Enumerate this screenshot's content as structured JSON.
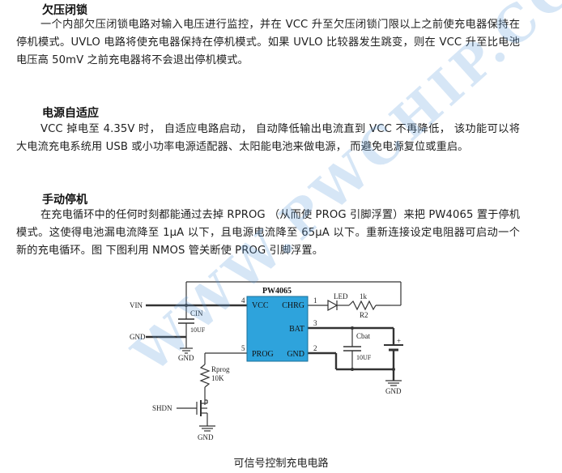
{
  "sections": [
    {
      "title": "欠压闭锁",
      "text": "一个内部欠压闭锁电路对输入电压进行监控，并在 VCC 升至欠压闭锁门限以上之前使充电器保持在停机模式。UVLO 电路将使充电器保持在停机模式。如果 UVLO 比较器发生跳变，则在 VCC 升至比电池电压高 50mV 之前充电器将不会退出停机模式。"
    },
    {
      "title": "电源自适应",
      "text": "VCC 掉电至 4.35V 时， 自适应电路启动， 自动降低输出电流直到 VCC 不再降低， 该功能可以将大电流充电系统用 USB 或小功率电源适配器、太阳能电池来做电源， 而避免电源复位或重启。"
    },
    {
      "title": "手动停机",
      "text": "在充电循环中的任何时刻都能通过去掉 RPROG （从而使 PROG 引脚浮置）来把 PW4065 置于停机模式。这使得电池漏电流降至 1μA 以下，且电源电流降至 65μA 以下。重新连接设定电阻器可启动一个新的充电循环。图 下图利用 NMOS 管关断使 PROG 引脚浮置。"
    }
  ],
  "circuit": {
    "chip_name": "PW4065",
    "pin_vcc": "VCC",
    "pin_chrg": "CHRG",
    "pin_bat": "BAT",
    "pin_prog": "PROG",
    "pin_gnd": "GND",
    "pin_num_vcc": "4",
    "pin_num_chrg": "1",
    "pin_num_bat": "3",
    "pin_num_prog": "5",
    "pin_num_gnd": "2",
    "net_vin": "VIN",
    "net_gnd": "GND",
    "cin_label": "CIN",
    "cin_value": "10UF",
    "led_label": "LED",
    "r2_value": "1k",
    "r2_label": "R2",
    "cbat_label": "Cbat",
    "cbat_value": "10UF",
    "battery_plus": "+",
    "rprog_label": "Rprog",
    "rprog_value": "10K",
    "shdn_label": "SHDN",
    "gnd_label_cin": "GND",
    "gnd_label_mos": "GND",
    "gnd_label_bat": "GND",
    "chip_color": "#2ea3dc"
  },
  "caption": "可信号控制充电电路",
  "watermark": "WWW.PWCHIP.COM"
}
